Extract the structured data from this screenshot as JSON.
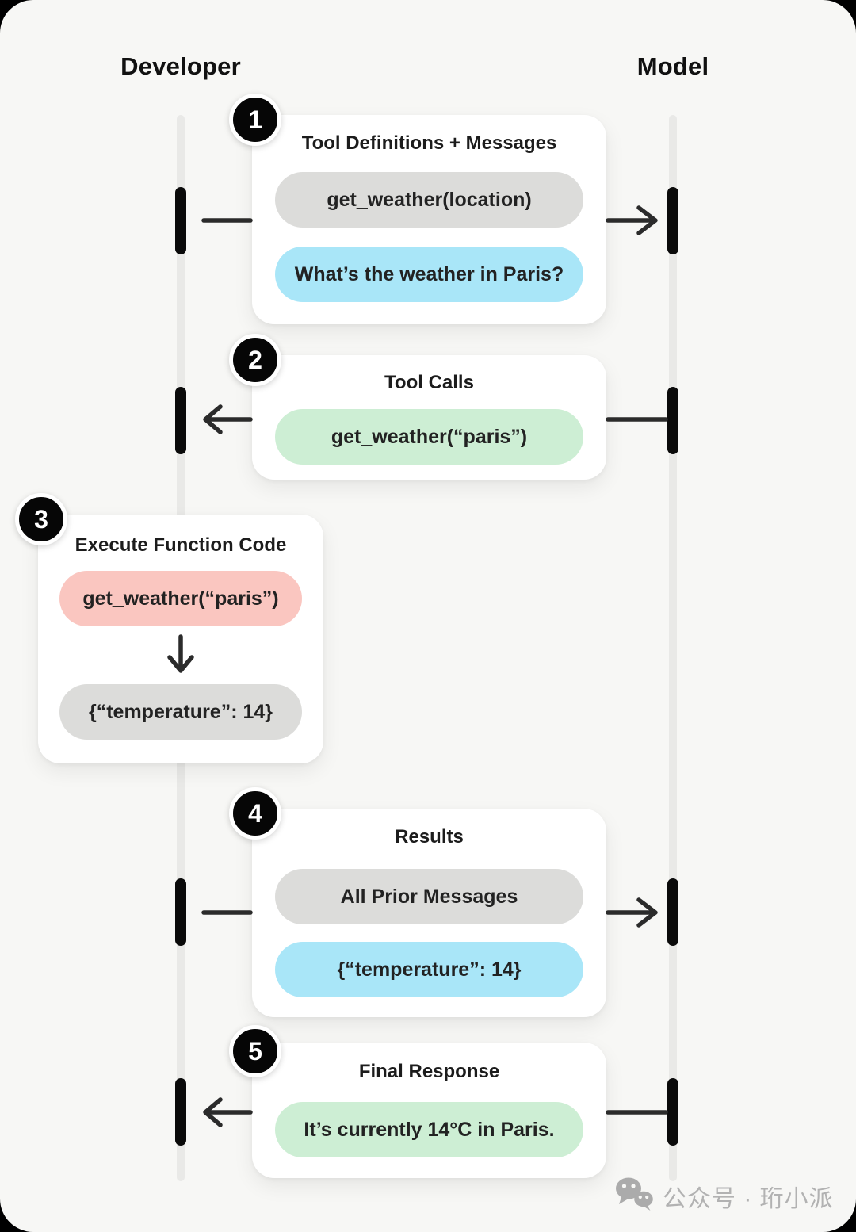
{
  "lanes": {
    "developer": "Developer",
    "model": "Model"
  },
  "colors": {
    "outer_background": "#000000",
    "canvas_background": "#f7f7f5",
    "card_background": "#ffffff",
    "lifeline": "#e9e9e7",
    "activation_bar": "#0a0a0a",
    "arrow": "#2b2b2b",
    "badge_background": "#060606",
    "pill_gray": "#dcdcda",
    "pill_blue": "#a9e6f8",
    "pill_green": "#cdeed4",
    "pill_red": "#fac6c0",
    "watermark": "#b2b2b2"
  },
  "steps": [
    {
      "number": "1",
      "title": "Tool Definitions + Messages",
      "direction": "developer-to-model",
      "pills": [
        {
          "text": "get_weather(location)",
          "color": "gray"
        },
        {
          "text": "What’s the weather in Paris?",
          "color": "blue"
        }
      ]
    },
    {
      "number": "2",
      "title": "Tool Calls",
      "direction": "model-to-developer",
      "pills": [
        {
          "text": "get_weather(“paris”)",
          "color": "green"
        }
      ]
    },
    {
      "number": "3",
      "title": "Execute Function Code",
      "direction": "local-execution",
      "pills": [
        {
          "text": "get_weather(“paris”)",
          "color": "red"
        },
        {
          "text": "{“temperature”: 14}",
          "color": "gray"
        }
      ]
    },
    {
      "number": "4",
      "title": "Results",
      "direction": "developer-to-model",
      "pills": [
        {
          "text": "All Prior Messages",
          "color": "gray"
        },
        {
          "text": "{“temperature”: 14}",
          "color": "blue"
        }
      ]
    },
    {
      "number": "5",
      "title": "Final Response",
      "direction": "model-to-developer",
      "pills": [
        {
          "text": "It’s currently 14°C in Paris.",
          "color": "green"
        }
      ]
    }
  ],
  "icons": {
    "down_arrow": "down-arrow-icon",
    "arrow_right": "arrow-right-icon",
    "arrow_left": "arrow-left-icon",
    "wechat": "wechat-icon"
  },
  "watermark": {
    "text": "公众号 · 珩小派"
  }
}
